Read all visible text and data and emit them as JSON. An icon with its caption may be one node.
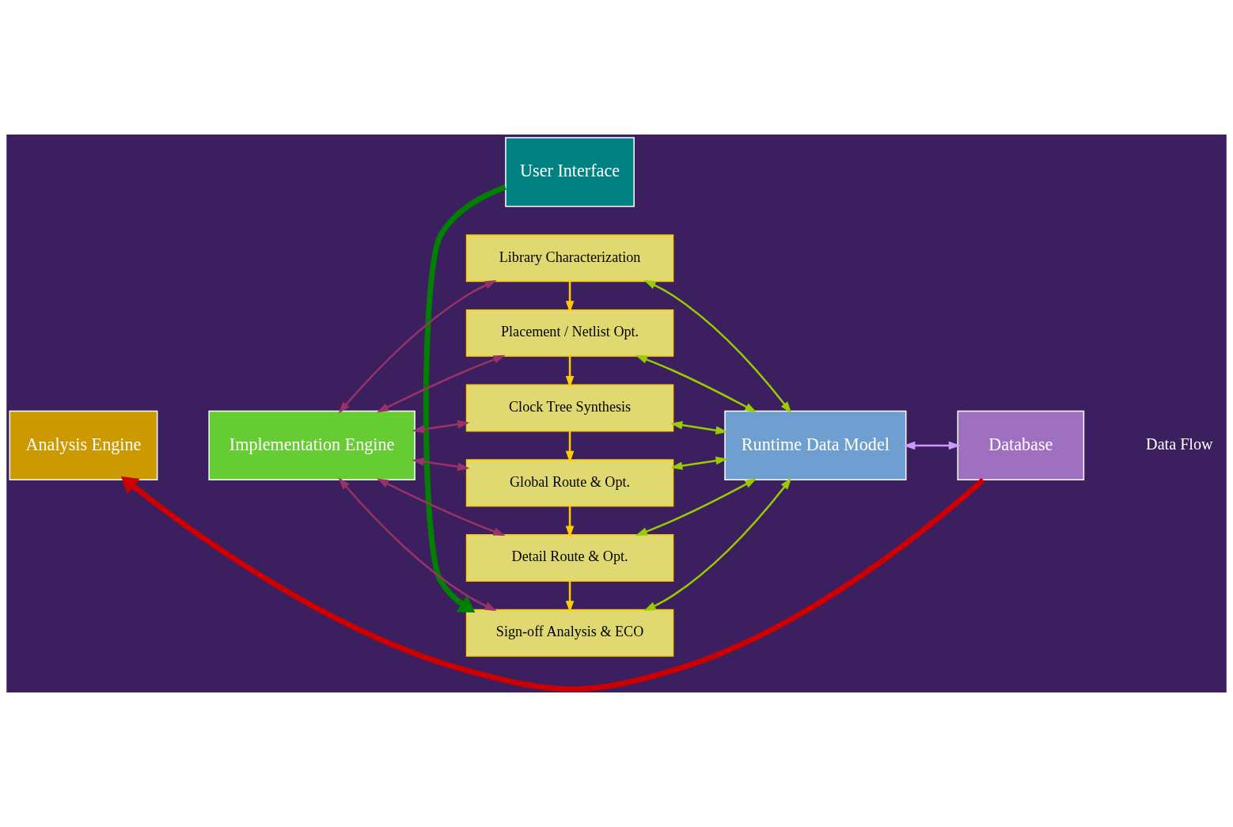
{
  "diagram": {
    "nodes": [
      {
        "text": [
          "User Interface"
        ]
      },
      {
        "text": [
          "Analysis Engine"
        ]
      },
      {
        "text": [
          "Implementation Engine"
        ]
      },
      {
        "text": [
          "Library Characterization"
        ]
      },
      {
        "text": [
          "Placement / Netlist Opt."
        ]
      },
      {
        "text": [
          "Clock Tree Synthesis"
        ]
      },
      {
        "text": [
          "Global Route & Opt."
        ]
      },
      {
        "text": [
          "Detail Route & Opt."
        ]
      },
      {
        "text": [
          "Sign-off Analysis & ECO"
        ]
      },
      {
        "text": [
          "Runtime Data Model"
        ]
      },
      {
        "text": [
          "Database"
        ]
      }
    ],
    "edges": [
      {
        "from": 3,
        "to": 4,
        "arrow": "to",
        "color": "#ffcc00"
      },
      {
        "from": 4,
        "to": 5,
        "arrow": "to",
        "color": "#ffcc00"
      },
      {
        "from": 5,
        "to": 6,
        "arrow": "to",
        "color": "#ffcc00"
      },
      {
        "from": 6,
        "to": 7,
        "arrow": "to",
        "color": "#ffcc00"
      },
      {
        "from": 7,
        "to": 8,
        "arrow": "to",
        "color": "#ffcc00"
      },
      {
        "from": 2,
        "to": 3,
        "arrow": "both",
        "color": "#993366"
      },
      {
        "from": 2,
        "to": 4,
        "arrow": "both",
        "color": "#993366"
      },
      {
        "from": 2,
        "to": 5,
        "arrow": "both",
        "color": "#993366"
      },
      {
        "from": 2,
        "to": 6,
        "arrow": "both",
        "color": "#993366"
      },
      {
        "from": 2,
        "to": 7,
        "arrow": "both",
        "color": "#993366"
      },
      {
        "from": 2,
        "to": 8,
        "arrow": "both",
        "color": "#993366"
      },
      {
        "from": 3,
        "to": 9,
        "arrow": "both",
        "color": "#99cc00"
      },
      {
        "from": 4,
        "to": 9,
        "arrow": "both",
        "color": "#99cc00"
      },
      {
        "from": 5,
        "to": 9,
        "arrow": "both",
        "color": "#99cc00"
      },
      {
        "from": 6,
        "to": 9,
        "arrow": "both",
        "color": "#99cc00"
      },
      {
        "from": 7,
        "to": 9,
        "arrow": "both",
        "color": "#99cc00"
      },
      {
        "from": 8,
        "to": 9,
        "arrow": "both",
        "color": "#99cc00"
      },
      {
        "from": 9,
        "to": 10,
        "arrow": "both",
        "color": "#cc99ff"
      },
      {
        "from": 10,
        "to": 1,
        "arrow": "to",
        "style": "thick",
        "color": "#cc0000"
      },
      {
        "from": 0,
        "to": 8,
        "arrow": "to",
        "style": "thick",
        "color": "#008000"
      }
    ],
    "labels": [
      "Data Flow"
    ]
  }
}
